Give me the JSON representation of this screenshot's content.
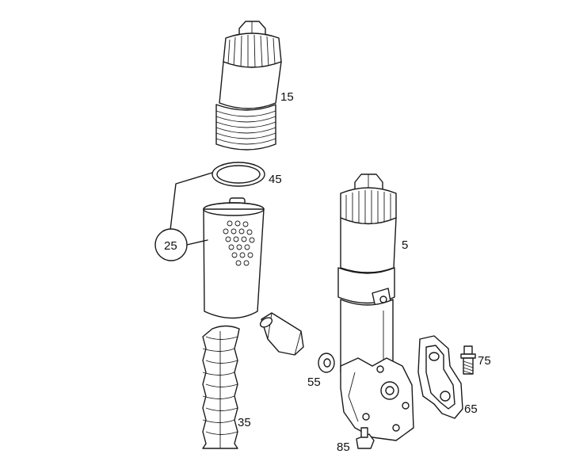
{
  "labels": {
    "p15": "15",
    "p45": "45",
    "p25": "25",
    "p5": "5",
    "p55": "55",
    "p75": "75",
    "p65": "65",
    "p35": "35",
    "p85": "85"
  }
}
